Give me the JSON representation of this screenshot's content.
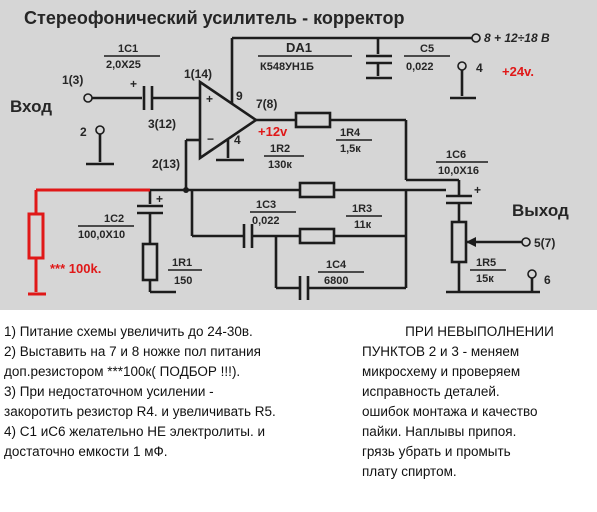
{
  "title": "Стереофонический усилитель - корректор",
  "labels": {
    "input": "Вход",
    "output": "Выход",
    "supply": "8  + 12÷18 В",
    "plus24": "+24v.",
    "plus12": "+12v",
    "r100k": "*** 100k."
  },
  "pins": {
    "p1_3": "1(3)",
    "p2": "2",
    "p1_14": "1(14)",
    "p9": "9",
    "p7_8": "7(8)",
    "p3_12": "3(12)",
    "p4_op": "4",
    "p2_13": "2(13)",
    "p8": "8",
    "p4": "4",
    "p5_7": "5(7)",
    "p6": "6"
  },
  "components": {
    "c1": {
      "name": "1C1",
      "value": "2,0X25"
    },
    "da1": {
      "name": "DA1",
      "value": "К548УН1Б"
    },
    "c5": {
      "name": "C5",
      "value": "0,022"
    },
    "r4": {
      "name": "1R4",
      "value": "1,5к"
    },
    "r2": {
      "name": "1R2",
      "value": "130к"
    },
    "c6": {
      "name": "1C6",
      "value": "10,0X16"
    },
    "c2": {
      "name": "1C2",
      "value": "100,0X10"
    },
    "c3": {
      "name": "1C3",
      "value": "0,022"
    },
    "r3": {
      "name": "1R3",
      "value": "11к"
    },
    "r1": {
      "name": "1R1",
      "value": "150"
    },
    "c4": {
      "name": "1C4",
      "value": "6800"
    },
    "r5": {
      "name": "1R5",
      "value": "15к"
    }
  },
  "notes_left": [
    "1) Питание схемы увеличить  до 24-30в.",
    "2) Выставить на 7 и 8 ножке пол питания",
    "доп.резистором ***100к( ПОДБОР !!!).",
    "3) При недостаточном усилении -",
    "закоротить резистор R4. и увеличивать R5.",
    "4)  C1 иC6 желательно НЕ электролиты. и",
    "достаточно емкости 1 мФ."
  ],
  "notes_right": [
    "ПРИ НЕВЫПОЛНЕНИИ",
    "ПУНКТОВ 2 и 3 - меняем",
    "микросхему и проверяем",
    "исправность деталей.",
    "ошибок монтажа и качество",
    "пайки. Наплывы припоя.",
    "грязь  убрать и промыть",
    "плату спиртом."
  ],
  "colors": {
    "annotation": "#e01818",
    "ink": "#1c1c1c",
    "paper": "#d6d6d6"
  }
}
